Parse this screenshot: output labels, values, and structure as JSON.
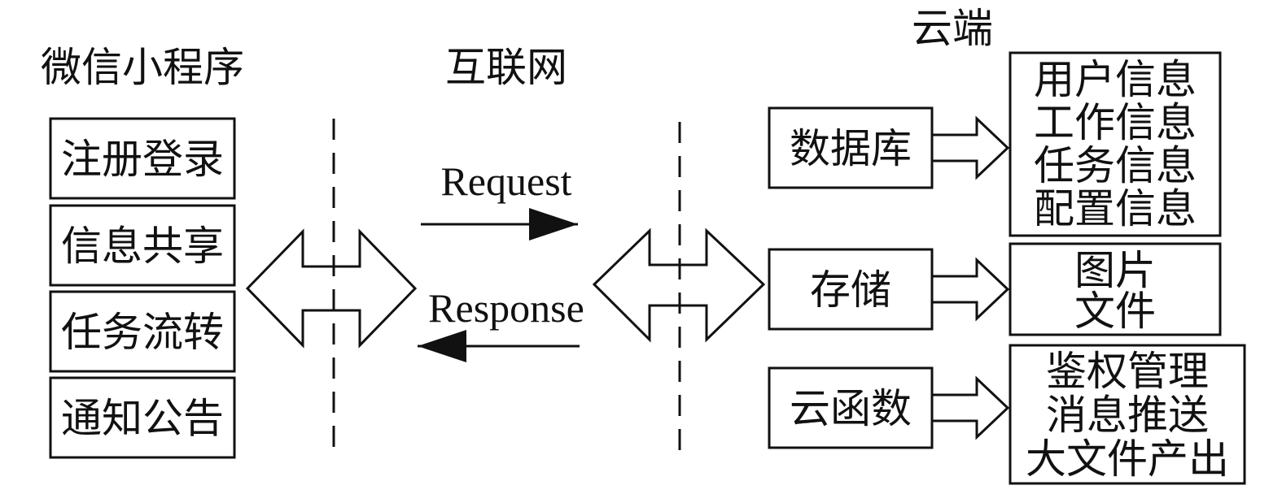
{
  "column_titles": {
    "left": "微信小程序",
    "middle": "互联网",
    "right": "云端"
  },
  "left_modules": [
    "注册登录",
    "信息共享",
    "任务流转",
    "通知公告"
  ],
  "arrows": {
    "request": "Request",
    "response": "Response"
  },
  "cloud_services": [
    {
      "label": "数据库",
      "contents": [
        "用户信息",
        "工作信息",
        "任务信息",
        "配置信息"
      ]
    },
    {
      "label": "存储",
      "contents": [
        "图片",
        "文件"
      ]
    },
    {
      "label": "云函数",
      "contents": [
        "鉴权管理",
        "消息推送",
        "大文件产出"
      ]
    }
  ]
}
